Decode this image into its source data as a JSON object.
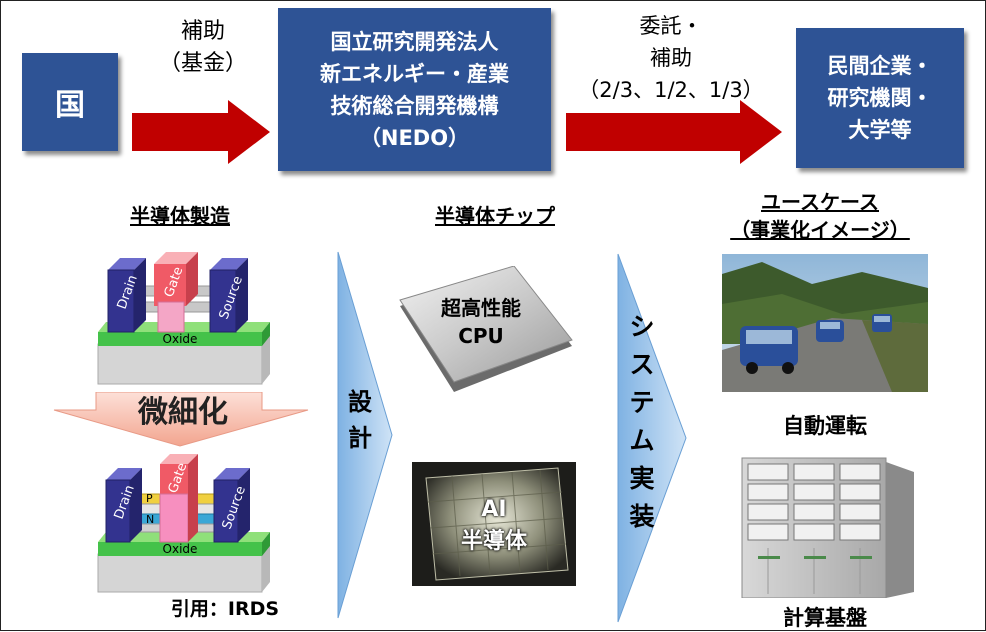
{
  "top_flow": {
    "country": "国",
    "funding_label": "補助\n（基金）",
    "nedo": "国立研究開発法人\n新エネルギー・産業\n技術総合開発機構\n（NEDO）",
    "commission_label": "委託・\n補助\n（2/3、1/2、1/3）",
    "recipients": "民間企業・\n研究機関・\n大学等"
  },
  "section_headers": {
    "manufacturing": "半導体製造",
    "chips": "半導体チップ",
    "use_cases": "ユースケース\n（事業化イメージ）"
  },
  "manufacturing": {
    "labels": {
      "drain": "Drain",
      "gate": "Gate",
      "source": "Source",
      "oxide": "Oxide",
      "p": "P",
      "n": "N"
    },
    "shrink_label": "微細化",
    "citation": "引用：IRDS"
  },
  "design_label": "設\n計",
  "system_label": "シ\nス\nテ\nム\n実\n装",
  "chips": {
    "cpu": "超高性能\nCPU",
    "ai": "AI\n半導体"
  },
  "use_cases": {
    "autonomous": "自動運転",
    "computing": "計算基盤"
  },
  "colors": {
    "box_blue": "#2e5395",
    "arrow_red": "#c00000",
    "chevron_blue": "#9dc3e6",
    "shrink_pink": "#f4b0a0"
  }
}
